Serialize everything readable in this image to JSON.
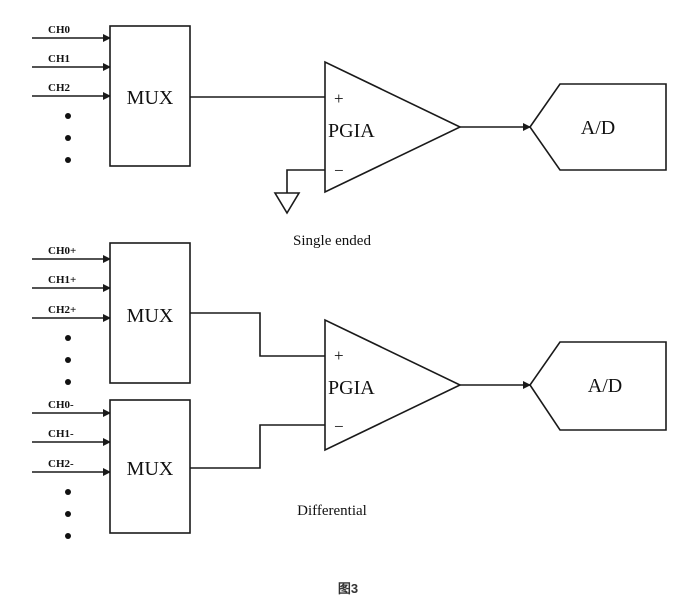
{
  "single_ended": {
    "inputs": [
      "CH0",
      "CH1",
      "CH2"
    ],
    "mux_label": "MUX",
    "amp_label": "PGIA",
    "plus": "+",
    "minus": "−",
    "adc_label": "A/D",
    "mode_label": "Single ended"
  },
  "differential": {
    "inputs_pos": [
      "CH0+",
      "CH1+",
      "CH2+"
    ],
    "inputs_neg": [
      "CH0-",
      "CH1-",
      "CH2-"
    ],
    "mux_label": "MUX",
    "amp_label": "PGIA",
    "plus": "+",
    "minus": "−",
    "adc_label": "A/D",
    "mode_label": "Differential"
  },
  "caption": "图3"
}
